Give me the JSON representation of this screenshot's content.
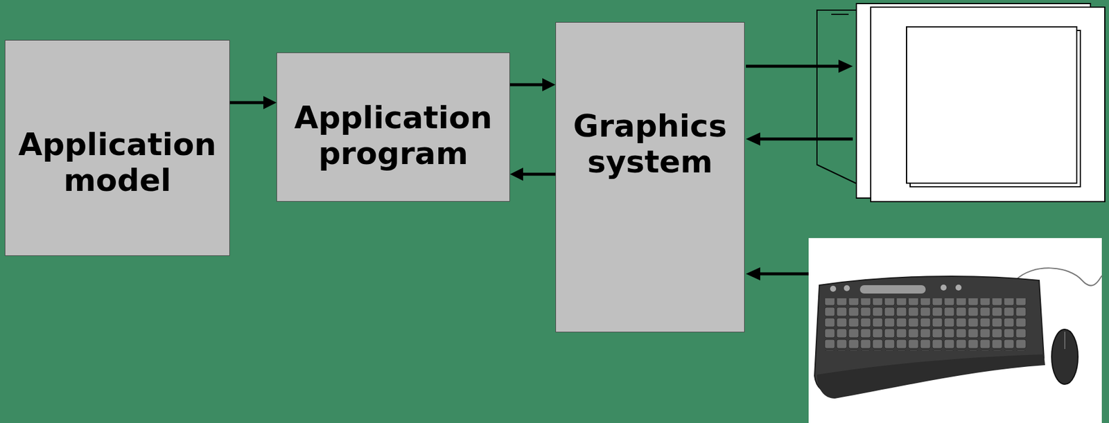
{
  "diagram": {
    "nodes": [
      {
        "text": [
          "Application model"
        ]
      },
      {
        "text": [
          "Application program"
        ]
      },
      {
        "text": [
          "Graphics system"
        ]
      }
    ],
    "edges": [
      {
        "from": 0,
        "to": 1,
        "arrow": "to"
      },
      {
        "from": 1,
        "to": 2,
        "arrow": "to"
      },
      {
        "from": 2,
        "to": 1,
        "arrow": "to"
      }
    ]
  }
}
